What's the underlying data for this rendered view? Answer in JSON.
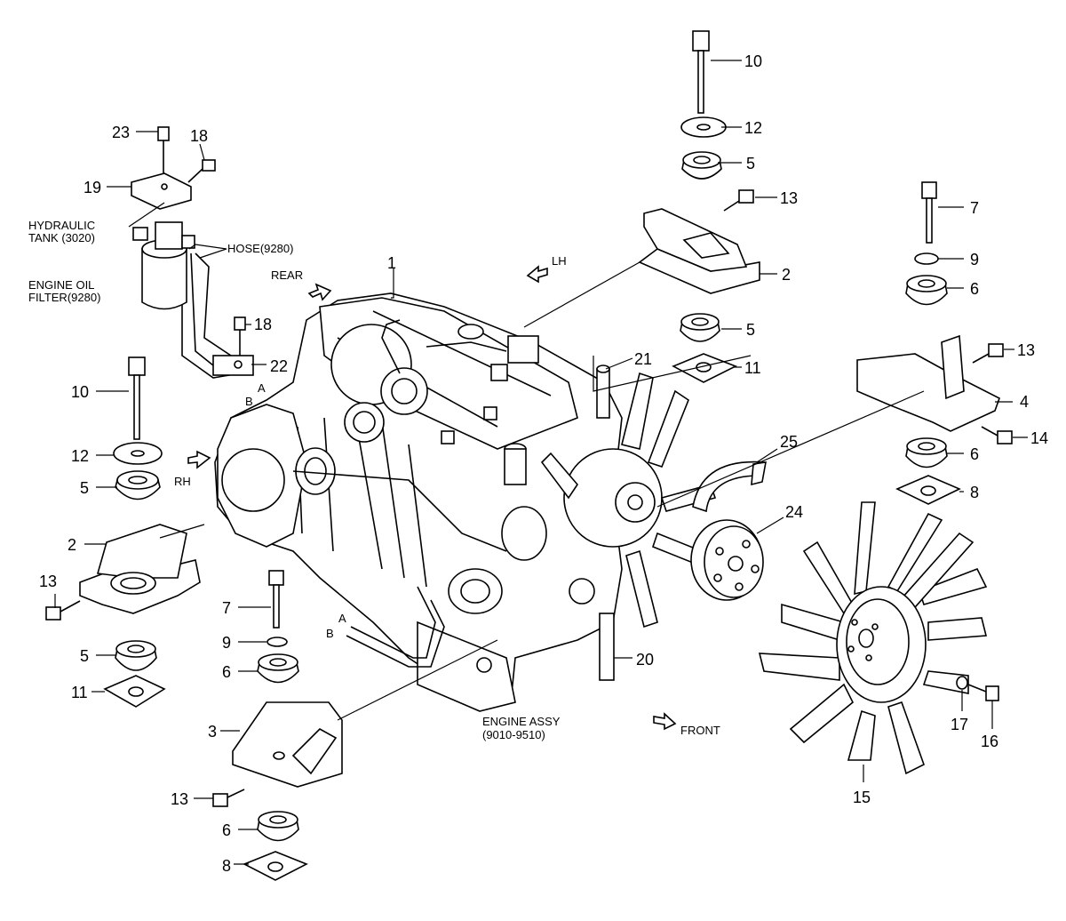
{
  "callouts": {
    "c1": "1",
    "c2a": "2",
    "c2b": "2",
    "c3": "3",
    "c4": "4",
    "c5a": "5",
    "c5b": "5",
    "c5c": "5",
    "c5d": "5",
    "c6a": "6",
    "c6b": "6",
    "c6c": "6",
    "c6d": "6",
    "c7a": "7",
    "c7b": "7",
    "c8a": "8",
    "c8b": "8",
    "c9a": "9",
    "c9b": "9",
    "c10a": "10",
    "c10b": "10",
    "c11a": "11",
    "c11b": "11",
    "c12a": "12",
    "c12b": "12",
    "c13a": "13",
    "c13b": "13",
    "c13c": "13",
    "c13d": "13",
    "c14": "14",
    "c15": "15",
    "c16": "16",
    "c17": "17",
    "c18a": "18",
    "c18b": "18",
    "c19": "19",
    "c20": "20",
    "c21": "21",
    "c22": "22",
    "c23": "23",
    "c24": "24",
    "c25": "25"
  },
  "labels": {
    "hydraulic_tank_1": "HYDRAULIC",
    "hydraulic_tank_2": "TANK (3020)",
    "engine_oil_filter_1": "ENGINE OIL",
    "engine_oil_filter_2": "FILTER(9280)",
    "hose": "HOSE(9280)",
    "engine_assy_1": "ENGINE ASSY",
    "engine_assy_2": "(9010-9510)",
    "rear": "REAR",
    "lh": "LH",
    "rh": "RH",
    "front": "FRONT",
    "a_top": "A",
    "b_top": "B",
    "a_bottom": "A",
    "b_bottom": "B"
  }
}
